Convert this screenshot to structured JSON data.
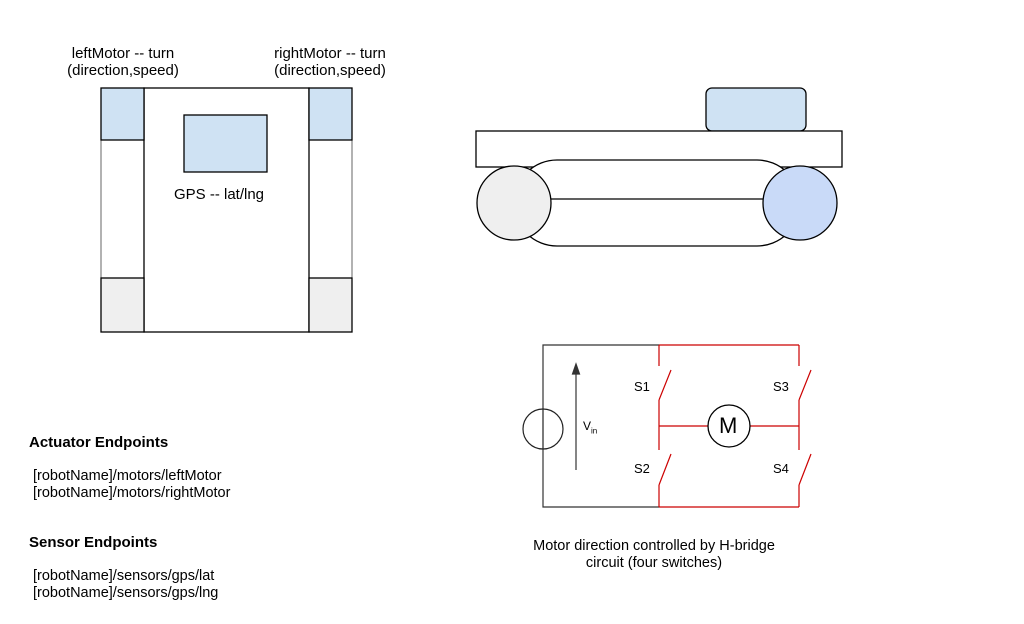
{
  "robot_top_view": {
    "left_motor_label": [
      "leftMotor -- turn",
      "(direction,speed)"
    ],
    "right_motor_label": [
      "rightMotor -- turn",
      "(direction,speed)"
    ],
    "gps_label": "GPS -- lat/lng"
  },
  "actuator_endpoints": {
    "heading": "Actuator Endpoints",
    "items": [
      "[robotName]/motors/leftMotor",
      "[robotName]/motors/rightMotor"
    ]
  },
  "sensor_endpoints": {
    "heading": "Sensor Endpoints",
    "items": [
      "[robotName]/sensors/gps/lat",
      "[robotName]/sensors/gps/lng"
    ]
  },
  "h_bridge": {
    "switches": [
      "S1",
      "S2",
      "S3",
      "S4"
    ],
    "motor": "M",
    "voltage": "V",
    "voltage_subscript": "in",
    "caption": [
      "Motor direction controlled by H-bridge",
      "circuit (four switches)"
    ]
  },
  "colors": {
    "outline": "#000000",
    "light_blue": "#cfe2f3",
    "light_gray": "#efefef",
    "wheel_blue": "#c9daf8",
    "circuit_red": "#cc0000",
    "circuit_black": "#333333"
  }
}
